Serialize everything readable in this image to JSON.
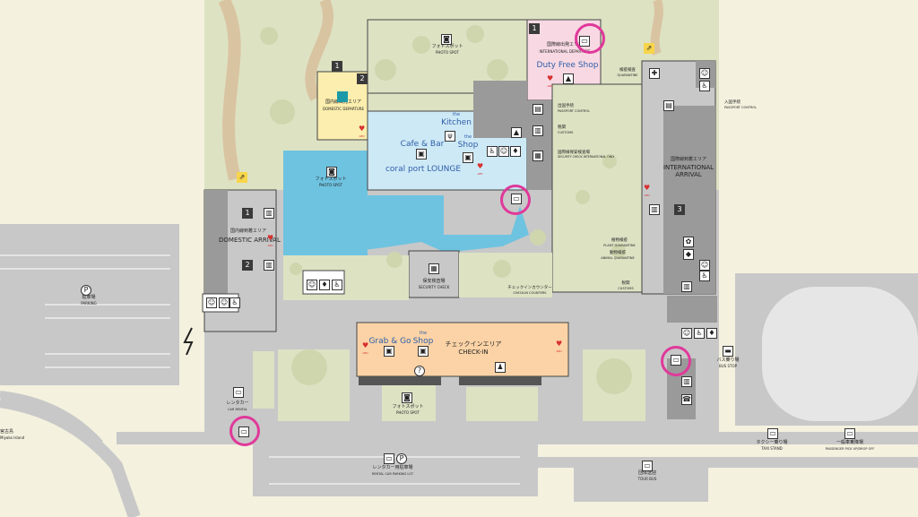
{
  "areas": {
    "domestic_departure": {
      "ja": "国内線出発エリア",
      "en": "DOMESTIC DEPARTURE"
    },
    "domestic_arrival": {
      "ja": "国内線到着エリア",
      "en": "DOMESTIC ARRIVAL"
    },
    "international_departure": {
      "ja": "国際線出発エリア",
      "en": "INTERNATIONAL DEPARTURE"
    },
    "international_arrival": {
      "ja": "国際線到着エリア",
      "en": "INTERNATIONAL ARRIVAL"
    },
    "checkin": {
      "ja": "チェックインエリア",
      "en": "CHECK-IN"
    },
    "lounge": "coral port LOUNGE",
    "duty_free": "Duty Free Shop",
    "cafe_bar": "Cafe & Bar",
    "kitchen": "Kitchen",
    "kitchen_the": "the",
    "shop": "Shop",
    "shop_the": "the",
    "grab_go": "Grab & Go",
    "shop2": "Shop",
    "shop2_the": "the"
  },
  "labels": {
    "photo_spot_ja": "フォトスポット",
    "photo_spot_en": "PHOTO SPOT",
    "security_ja": "保安検査場",
    "security_en": "SECURITY CHECK",
    "checkin_counters_ja": "チェックインカウンター",
    "checkin_counters_en": "CHECK-IN COUNTERS",
    "passport_ja": "出国手続",
    "passport_en": "PASSPORT CONTROL",
    "customs_ja": "税関",
    "customs_en": "CUSTOMS",
    "intl_security_ja": "国際線保安検査場",
    "intl_security_en": "SECURITY CHECK INTERNATIONAL ONLY",
    "quarantine_ja": "検疫検査",
    "quarantine_en": "QUARANTINE",
    "immigration_ja": "入国手続",
    "immigration_en": "PASSPORT CONTROL",
    "plant_q_ja": "植物検疫",
    "plant_q_en": "PLANT QUARANTINE",
    "animal_q_ja": "動物検疫",
    "animal_q_en": "ANIMAL QUARANTINE",
    "customs2_ja": "税関",
    "customs2_en": "CUSTOMS",
    "parking_ja": "駐車場",
    "parking_en": "PARKING",
    "rental_ja": "レンタカー",
    "rental_en": "CAR RENTAL",
    "rental_lot_ja": "レンタカー用駐車場",
    "rental_lot_en": "RENTAL CAR PARKING LOT",
    "tour_bus_ja": "団体送迎",
    "tour_bus_en": "TOUR BUS",
    "bus_stop_ja": "バス乗り場",
    "bus_stop_en": "BUS STOP",
    "taxi_ja": "タクシー乗り場",
    "taxi_en": "TAXI STAND",
    "pickup_ja": "一般車乗降場",
    "pickup_en": "PASSENGER PICK UP/DROP OFF",
    "miyako_ja": "宮古島",
    "miyako_en": "Miyako Island",
    "aed": "AED"
  },
  "colors": {
    "ground": "#f4f1df",
    "building": "#9a9a9a",
    "corridor": "#c8c8c8",
    "grass": "#dde2c3",
    "pond": "#6ec3e0",
    "lounge": "#cde9f6",
    "duty_free": "#f8d9e3",
    "checkin": "#fbd3a6",
    "domestic_dep": "#fbeeae",
    "highlight": "#e0399a"
  },
  "icons": [
    "restroom-icon",
    "wheelchair-icon",
    "baggage-icon",
    "stairs-icon",
    "photo-spot-icon",
    "shop-icon",
    "info-icon",
    "parking-icon",
    "bus-icon",
    "taxi-icon",
    "car-icon",
    "elevator-icon"
  ]
}
